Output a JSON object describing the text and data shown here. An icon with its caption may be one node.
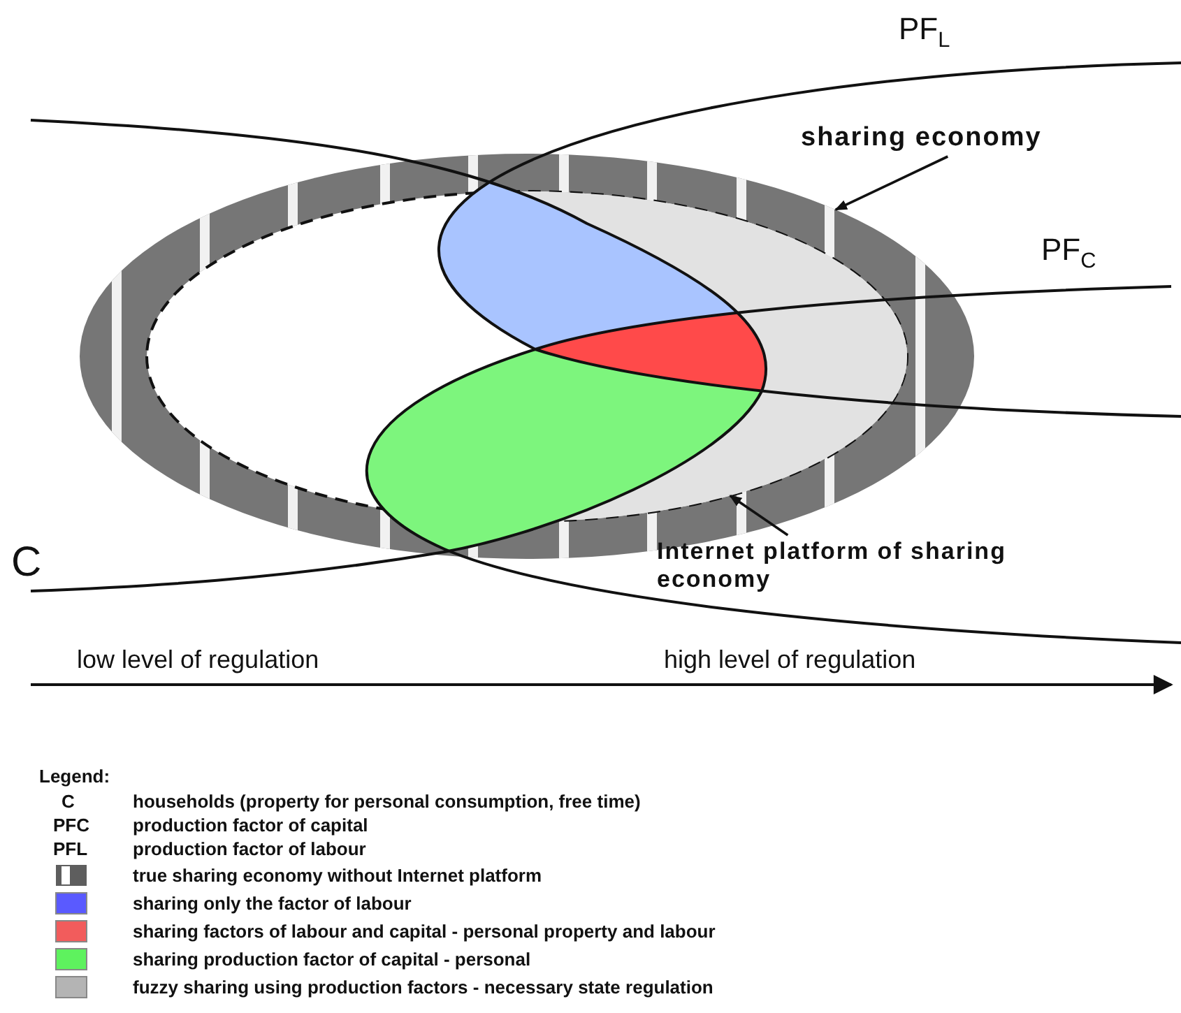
{
  "diagram": {
    "nodes": [
      {
        "text": [
          "sharing economy"
        ]
      },
      {
        "text": [],
        "shape": "ring"
      },
      {
        "text": [
          "Internet platform of sharing economy"
        ]
      },
      {
        "text": [],
        "shape": "ellipse",
        "in": 1
      }
    ],
    "edges": [
      {
        "from": 0,
        "to": 1,
        "arrow": "to"
      },
      {
        "from": 2,
        "to": 3,
        "arrow": "to"
      }
    ],
    "labels": [
      "PF$_{L}$",
      "PF$_{C}$",
      "C",
      "low level of regulation",
      "high level of regulation",
      "Legend:",
      "C",
      "households (property for personal consumption, free time)",
      "PFC",
      "production factor of capital",
      "PFL",
      "production factor of labour"
    ],
    "legend": [
      {
        "text": "true sharing economy without Internet platform"
      },
      {
        "text": "sharing only the factor of labour",
        "color": "#5a5aff"
      },
      {
        "text": "sharing factors of labour and capital - personal property and labour",
        "color": "#f25c5c"
      },
      {
        "text": "sharing production factor of capital - personal",
        "color": "#5ef25e"
      },
      {
        "text": "fuzzy sharing using production factors - necessary state regulation",
        "color": "#b4b4b4"
      }
    ]
  }
}
